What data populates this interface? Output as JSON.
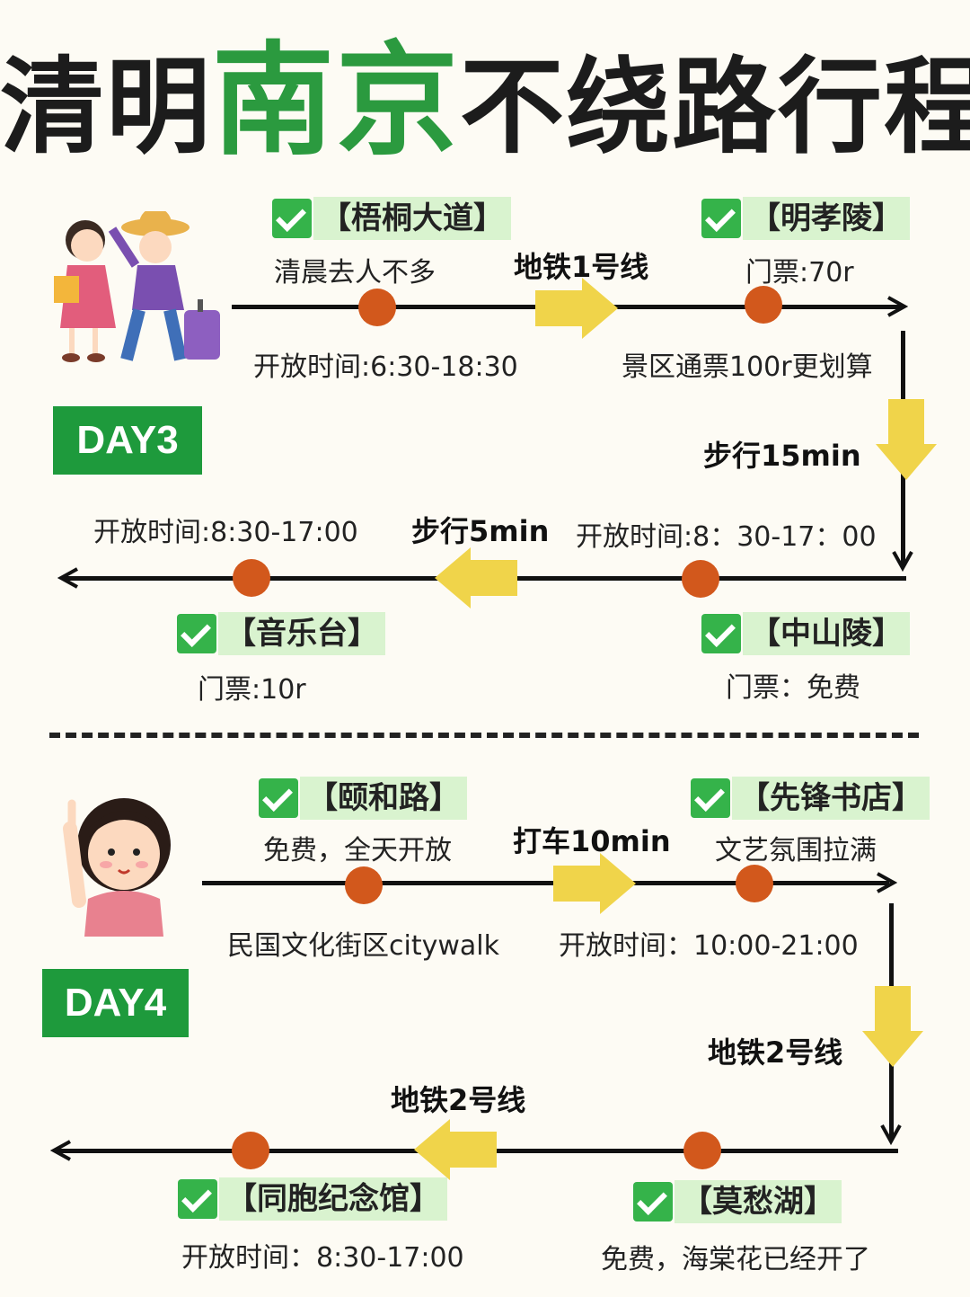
{
  "title": {
    "part1": "清明",
    "highlight": "南京",
    "part2": "不绕路行程"
  },
  "day3": {
    "badge": "DAY3",
    "row1": {
      "stops": [
        {
          "name": "【梧桐大道】",
          "note_top": "清晨去人不多",
          "note_bottom": "开放时间:6:30-18:30"
        },
        {
          "name": "【明孝陵】",
          "note_top": "门票:70r",
          "note_bottom": "景区通票100r更划算"
        }
      ],
      "transport": "地铁1号线"
    },
    "turn": "步行15min",
    "row2": {
      "stops": [
        {
          "name": "【中山陵】",
          "note_top": "开放时间:8：30-17：00",
          "note_bottom": "门票：免费"
        },
        {
          "name": "【音乐台】",
          "note_top": "开放时间:8:30-17:00",
          "note_bottom": "门票:10r"
        }
      ],
      "transport": "步行5min"
    }
  },
  "day4": {
    "badge": "DAY4",
    "row1": {
      "stops": [
        {
          "name": "【颐和路】",
          "note_top": "免费，全天开放",
          "note_bottom": "民国文化街区citywalk"
        },
        {
          "name": "【先锋书店】",
          "note_top": "文艺氛围拉满",
          "note_bottom": "开放时间：10:00-21:00"
        }
      ],
      "transport": "打车10min"
    },
    "turn": "地铁2号线",
    "row2": {
      "stops": [
        {
          "name": "【莫愁湖】",
          "note_bottom": "免费，海棠花已经开了"
        },
        {
          "name": "【同胞纪念馆】",
          "note_bottom": "开放时间：8:30-17:00"
        }
      ],
      "transport": "地铁2号线"
    }
  },
  "colors": {
    "green": "#2b9a3f",
    "badge": "#1e9a3c",
    "dot": "#d2581c",
    "arrow": "#f0d44a",
    "label_bg": "#d9f3cf",
    "check": "#35b34a"
  },
  "icons": [
    "travelers-illustration",
    "pointing-girl-illustration",
    "check-icon",
    "arrow-right-icon",
    "arrow-left-icon",
    "arrow-down-icon"
  ]
}
